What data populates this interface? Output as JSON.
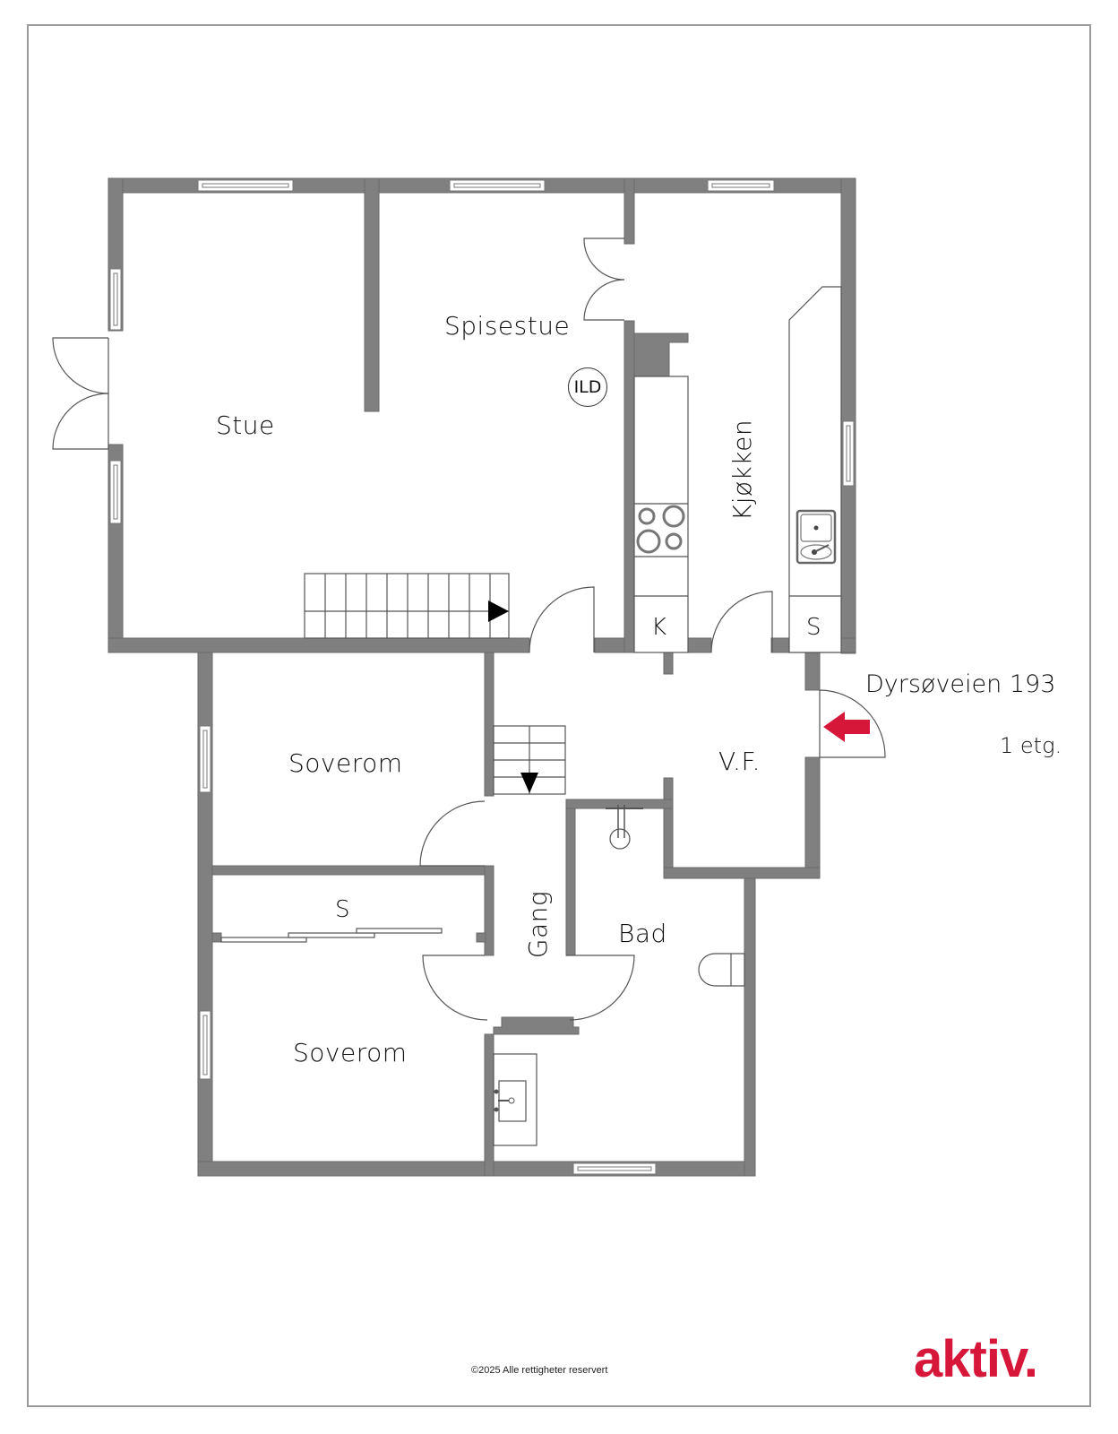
{
  "plan": {
    "address": "Dyrsøveien 193",
    "floor": "1 etg.",
    "copyright": "©2025 Alle rettigheter reservert",
    "logo": "aktiv.",
    "colors": {
      "wall": "#808080",
      "brand": "#d6173a",
      "entrance_arrow": "#d6173a"
    }
  },
  "rooms": {
    "stue": "Stue",
    "spisestue": "Spisestue",
    "kjokken": "Kjøkken",
    "soverom1": "Soverom",
    "soverom2": "Soverom",
    "gang": "Gang",
    "bad": "Bad",
    "vf": "V.F.",
    "storage_s_bedroom": "S",
    "kitchen_k": "K",
    "kitchen_s": "S"
  },
  "symbols": {
    "fireplace": "ILD",
    "entrance": "entrance-arrow",
    "stairs_up": "stairs-arrow-right",
    "stairs_down": "stairs-arrow-down",
    "stove": "stove-icon",
    "sink": "kitchen-sink-icon",
    "shower": "shower-icon",
    "toilet": "toilet-icon",
    "washbasin": "washbasin-icon"
  }
}
